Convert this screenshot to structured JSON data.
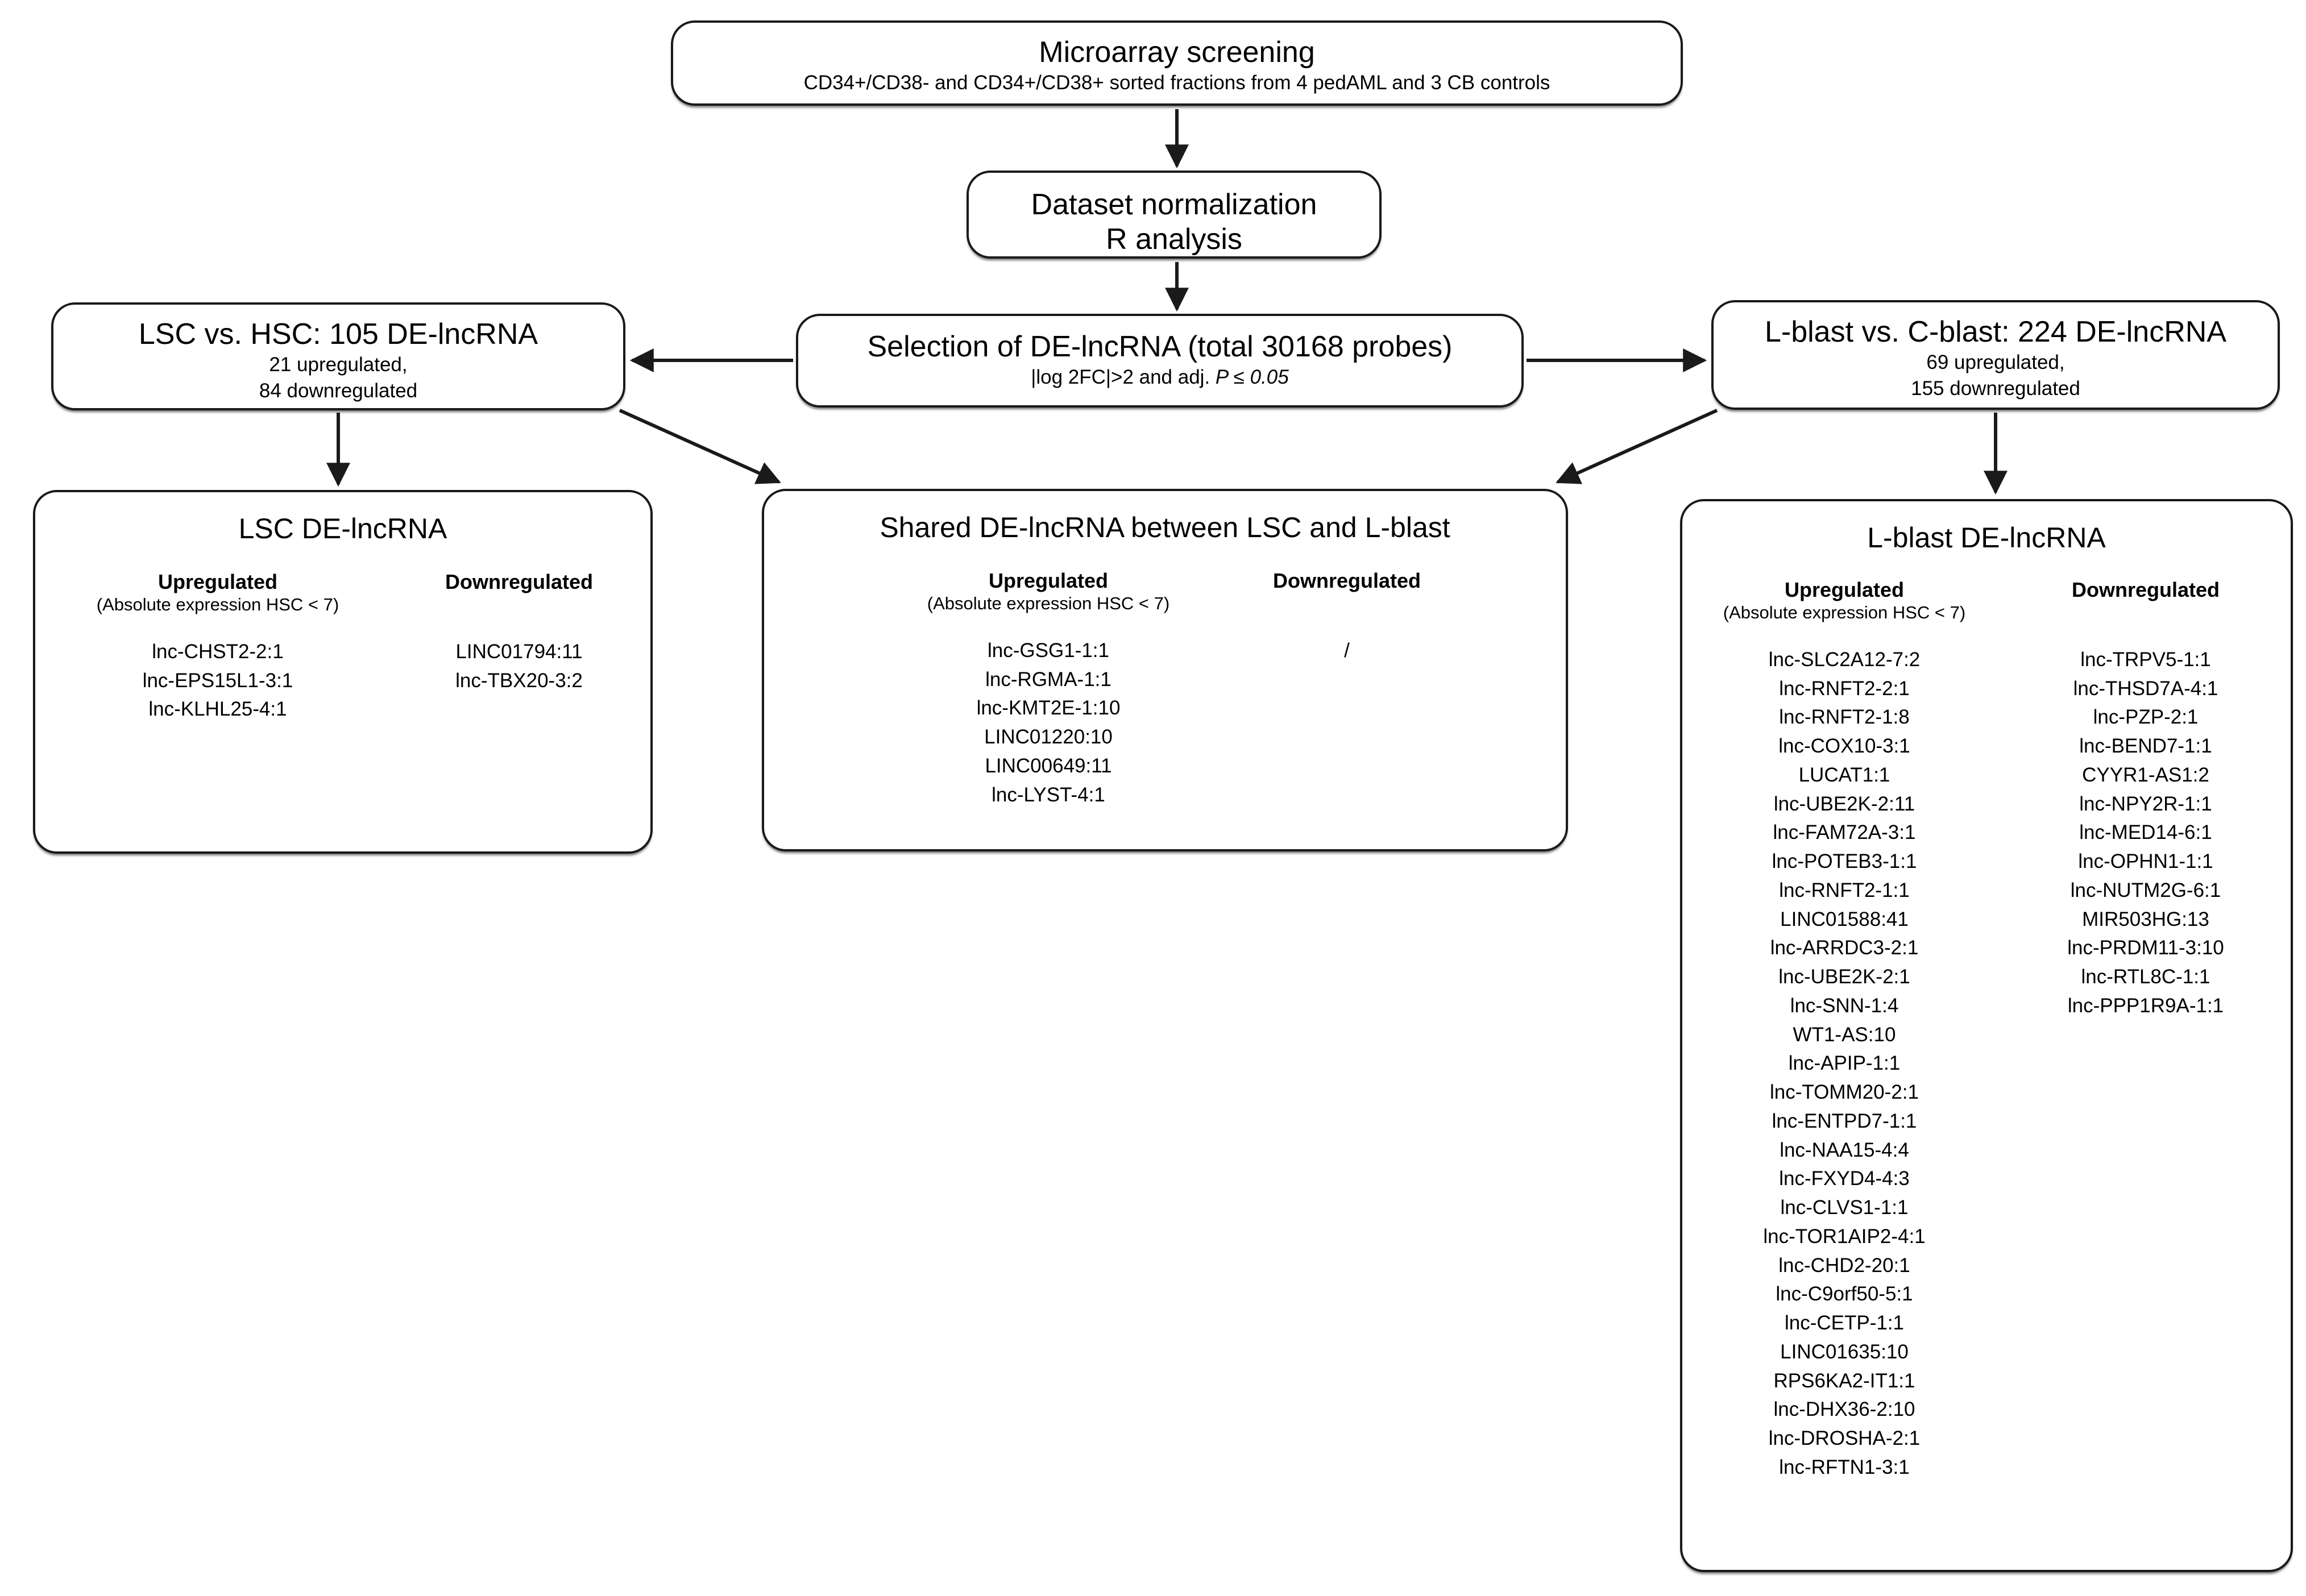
{
  "flow": {
    "microarray": {
      "title": "Microarray screening",
      "subtitle": "CD34+/CD38- and CD34+/CD38+ sorted fractions from 4 pedAML and 3 CB controls"
    },
    "normalization": {
      "line1": "Dataset normalization",
      "line2": "R analysis"
    },
    "selection": {
      "title": "Selection of DE-lncRNA (total 30168 probes)",
      "criteria_prefix": "|log 2FC|>2 and adj. ",
      "criteria_italic": "P ≤ 0.05"
    },
    "lsc_vs_hsc": {
      "title": "LSC vs. HSC: 105 DE-lncRNA",
      "up": "21 upregulated,",
      "down": "84 downregulated"
    },
    "lblast_vs_cblast": {
      "title": "L-blast vs. C-blast: 224 DE-lncRNA",
      "up": "69 upregulated,",
      "down": "155 downregulated"
    }
  },
  "panels": {
    "lsc": {
      "title": "LSC DE-lncRNA",
      "up_header": "Upregulated",
      "up_note": "(Absolute expression HSC < 7)",
      "down_header": "Downregulated",
      "up_genes": [
        "lnc-CHST2-2:1",
        "lnc-EPS15L1-3:1",
        "lnc-KLHL25-4:1"
      ],
      "down_genes": [
        "LINC01794:11",
        "lnc-TBX20-3:2"
      ]
    },
    "shared": {
      "title": "Shared DE-lncRNA between LSC and L-blast",
      "up_header": "Upregulated",
      "up_note": "(Absolute expression HSC < 7)",
      "down_header": "Downregulated",
      "up_genes": [
        "lnc-GSG1-1:1",
        "lnc-RGMA-1:1",
        "lnc-KMT2E-1:10",
        "LINC01220:10",
        "LINC00649:11",
        "lnc-LYST-4:1"
      ],
      "down_genes": [
        "/"
      ]
    },
    "lblast": {
      "title": "L-blast DE-lncRNA",
      "up_header": "Upregulated",
      "up_note": "(Absolute expression HSC < 7)",
      "down_header": "Downregulated",
      "up_genes": [
        "lnc-SLC2A12-7:2",
        "lnc-RNFT2-2:1",
        "lnc-RNFT2-1:8",
        "lnc-COX10-3:1",
        "LUCAT1:1",
        "lnc-UBE2K-2:11",
        "lnc-FAM72A-3:1",
        "lnc-POTEB3-1:1",
        "lnc-RNFT2-1:1",
        "LINC01588:41",
        "lnc-ARRDC3-2:1",
        "lnc-UBE2K-2:1",
        "lnc-SNN-1:4",
        "WT1-AS:10",
        "lnc-APIP-1:1",
        "lnc-TOMM20-2:1",
        "lnc-ENTPD7-1:1",
        "lnc-NAA15-4:4",
        "lnc-FXYD4-4:3",
        "lnc-CLVS1-1:1",
        "lnc-TOR1AIP2-4:1",
        "lnc-CHD2-20:1",
        "lnc-C9orf50-5:1",
        "lnc-CETP-1:1",
        "LINC01635:10",
        "RPS6KA2-IT1:1",
        "lnc-DHX36-2:10",
        "lnc-DROSHA-2:1",
        "lnc-RFTN1-3:1"
      ],
      "down_genes": [
        "lnc-TRPV5-1:1",
        "lnc-THSD7A-4:1",
        "lnc-PZP-2:1",
        "lnc-BEND7-1:1",
        "CYYR1-AS1:2",
        "lnc-NPY2R-1:1",
        "lnc-MED14-6:1",
        "lnc-OPHN1-1:1",
        "lnc-NUTM2G-6:1",
        "MIR503HG:13",
        "lnc-PRDM11-3:10",
        "lnc-RTL8C-1:1",
        "lnc-PPP1R9A-1:1"
      ]
    }
  },
  "style": {
    "stroke": "#1a1a1a",
    "background": "#ffffff"
  }
}
